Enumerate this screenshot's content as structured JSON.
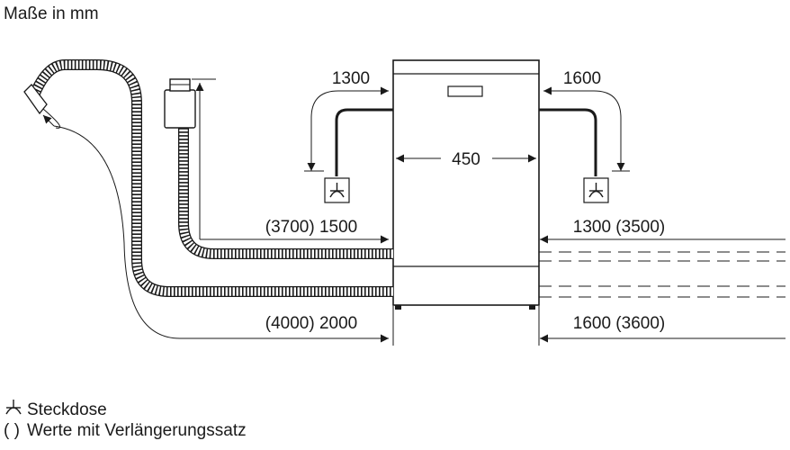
{
  "title": "Maße in mm",
  "dimensions": {
    "appliance_width": "450",
    "left_power_cord": "1300",
    "right_power_cord": "1600",
    "left_inlet_hose": "(3700) 1500",
    "right_inlet_hose": "1300 (3500)",
    "left_drain_hose": "(4000) 2000",
    "right_drain_hose": "1600 (3600)"
  },
  "legend": {
    "socket_label": "Steckdose",
    "socket_symbol": "socket-icon",
    "extension_symbol": "( )",
    "extension_label": "Werte mit Verlängerungssatz"
  },
  "colors": {
    "line": "#1a1a1a",
    "fill": "#ffffff"
  }
}
